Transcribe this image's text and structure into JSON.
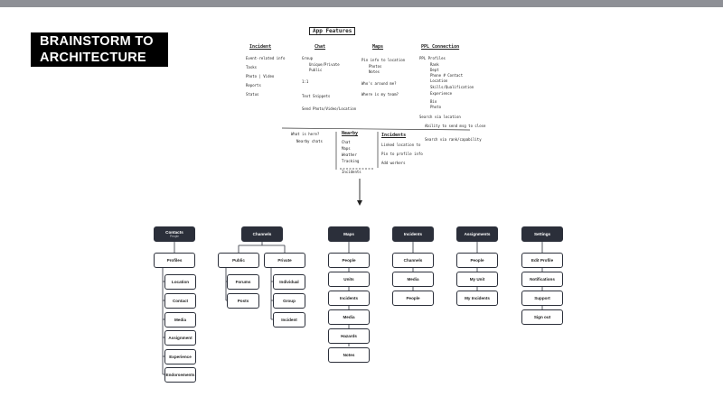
{
  "title": {
    "line1": "BRAINSTORM TO",
    "line2": "ARCHITECTURE"
  },
  "sketch": {
    "header": "App Features",
    "columns": [
      {
        "title": "Incident",
        "items": [
          "Event-related info",
          "Tasks",
          "Photo | Video",
          "Reports",
          "Status"
        ]
      },
      {
        "title": "Chat",
        "items": [
          "Group",
          "Unique/Private",
          "Public",
          "1:1",
          "Text Snippets",
          "Send Photo/Video/Location"
        ]
      },
      {
        "title": "Maps",
        "items": [
          "Pin info to location",
          "Photos",
          "Notes",
          "Who's around me?",
          "Where is my team?"
        ]
      },
      {
        "title": "PPL Connection",
        "items": [
          "PPL Profiles",
          "Rank",
          "Dept",
          "Phone # Contact",
          "Location",
          "Skills/Qualification",
          "Experience",
          "Bio",
          "Photo",
          "Search via location",
          "Ability to send msg to close"
        ]
      }
    ],
    "bottom": [
      {
        "title": "What is here?",
        "items": [
          "Nearby chats"
        ]
      },
      {
        "title": "Nearby",
        "items": [
          "Chat",
          "Maps",
          "Weather",
          "Tracking",
          "Incidents"
        ]
      },
      {
        "title": "Incidents",
        "items": [
          "Linked location to",
          "Pin to profile info",
          "Add workers"
        ]
      },
      {
        "title": "",
        "items": [
          "Search via rank/capability"
        ]
      }
    ]
  },
  "architecture": [
    {
      "name": "contacts",
      "label": "Contacts",
      "sublabel": "People",
      "children": [
        {
          "label": "Profiles",
          "children": [
            "Location",
            "Contact",
            "Media",
            "Assignment",
            "Experience",
            "Endorsements"
          ]
        }
      ]
    },
    {
      "name": "channels",
      "label": "Channels",
      "sublabel": "",
      "children": [
        {
          "label": "Public",
          "children": [
            "Forums",
            "Posts"
          ]
        },
        {
          "label": "Private",
          "children": [
            "Individual",
            "Group",
            "Incident"
          ]
        }
      ]
    },
    {
      "name": "maps",
      "label": "Maps",
      "sublabel": "",
      "items": [
        "People",
        "Units",
        "Incidents",
        "Media",
        "Hazards",
        "Notes"
      ]
    },
    {
      "name": "incidents",
      "label": "Incidents",
      "sublabel": "",
      "items": [
        "Channels",
        "Media",
        "People"
      ]
    },
    {
      "name": "assignments",
      "label": "Assignments",
      "sublabel": "",
      "items": [
        "People",
        "My Unit",
        "My Incidents"
      ]
    },
    {
      "name": "settings",
      "label": "Settings",
      "sublabel": "",
      "items": [
        "Edit Profile",
        "Notifications",
        "Support",
        "Sign out"
      ]
    }
  ]
}
